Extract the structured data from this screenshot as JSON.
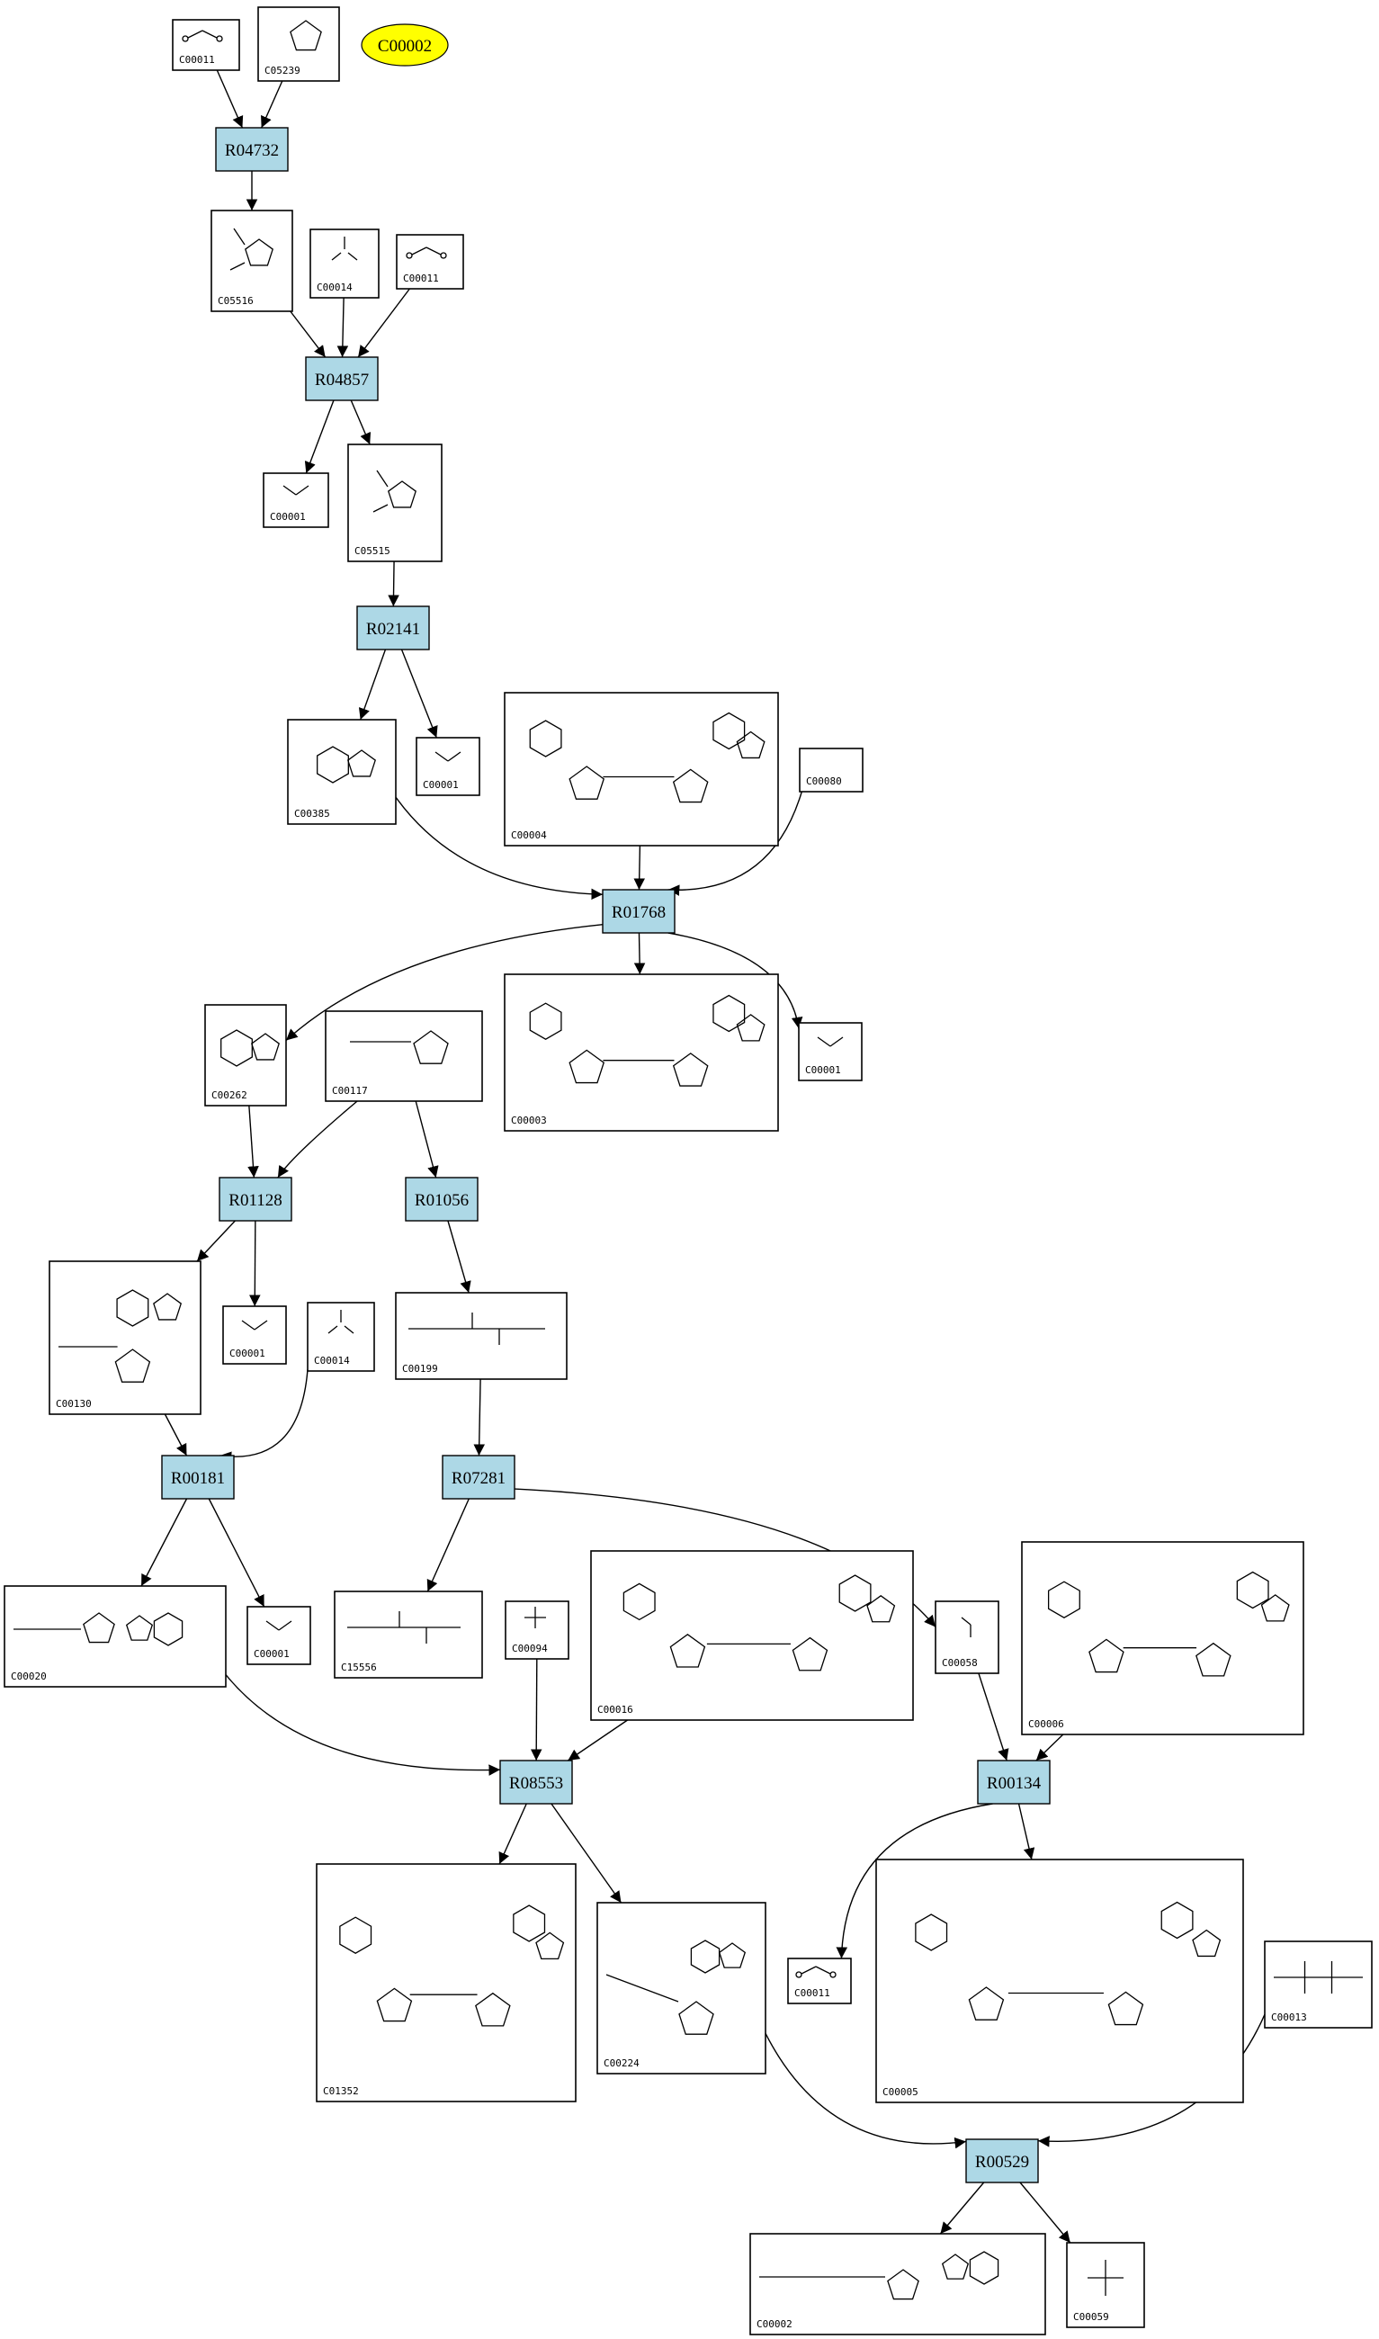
{
  "diagram": {
    "target_compound": "C00002",
    "reactions": [
      {
        "id": "r1",
        "label": "R04732"
      },
      {
        "id": "r2",
        "label": "R04857"
      },
      {
        "id": "r3",
        "label": "R02141"
      },
      {
        "id": "r4",
        "label": "R01768"
      },
      {
        "id": "r5",
        "label": "R01128"
      },
      {
        "id": "r6",
        "label": "R01056"
      },
      {
        "id": "r7",
        "label": "R00181"
      },
      {
        "id": "r8",
        "label": "R07281"
      },
      {
        "id": "r9",
        "label": "R08553"
      },
      {
        "id": "r10",
        "label": "R00134"
      },
      {
        "id": "r11",
        "label": "R00529"
      }
    ],
    "compounds": [
      {
        "id": "c1",
        "label": "C00011"
      },
      {
        "id": "c2",
        "label": "C05239"
      },
      {
        "id": "c3",
        "label": "C05516"
      },
      {
        "id": "c4",
        "label": "C00014"
      },
      {
        "id": "c5",
        "label": "C00011"
      },
      {
        "id": "c6",
        "label": "C00001"
      },
      {
        "id": "c7",
        "label": "C05515"
      },
      {
        "id": "c8",
        "label": "C00385"
      },
      {
        "id": "c9",
        "label": "C00001"
      },
      {
        "id": "c10",
        "label": "C00004"
      },
      {
        "id": "c11",
        "label": "C00080"
      },
      {
        "id": "c12",
        "label": "C00262"
      },
      {
        "id": "c13",
        "label": "C00117"
      },
      {
        "id": "c14",
        "label": "C00003"
      },
      {
        "id": "c15",
        "label": "C00001"
      },
      {
        "id": "c16",
        "label": "C00130"
      },
      {
        "id": "c17",
        "label": "C00001"
      },
      {
        "id": "c18",
        "label": "C00014"
      },
      {
        "id": "c19",
        "label": "C00199"
      },
      {
        "id": "c20",
        "label": "C00020"
      },
      {
        "id": "c21",
        "label": "C00001"
      },
      {
        "id": "c22",
        "label": "C15556"
      },
      {
        "id": "c23",
        "label": "C00094"
      },
      {
        "id": "c24",
        "label": "C00016"
      },
      {
        "id": "c25",
        "label": "C00058"
      },
      {
        "id": "c26",
        "label": "C00006"
      },
      {
        "id": "c27",
        "label": "C01352"
      },
      {
        "id": "c28",
        "label": "C00224"
      },
      {
        "id": "c29",
        "label": "C00011"
      },
      {
        "id": "c30",
        "label": "C00005"
      },
      {
        "id": "c31",
        "label": "C00013"
      },
      {
        "id": "c32",
        "label": "C00002"
      },
      {
        "id": "c33",
        "label": "C00059"
      }
    ],
    "edges": [
      [
        "c1",
        "r1"
      ],
      [
        "c2",
        "r1"
      ],
      [
        "r1",
        "c3"
      ],
      [
        "c3",
        "r2"
      ],
      [
        "c4",
        "r2"
      ],
      [
        "c5",
        "r2"
      ],
      [
        "r2",
        "c6"
      ],
      [
        "r2",
        "c7"
      ],
      [
        "c7",
        "r3"
      ],
      [
        "r3",
        "c8"
      ],
      [
        "r3",
        "c9"
      ],
      [
        "c8",
        "r4"
      ],
      [
        "c10",
        "r4"
      ],
      [
        "c11",
        "r4"
      ],
      [
        "r4",
        "c12"
      ],
      [
        "r4",
        "c14"
      ],
      [
        "r4",
        "c15"
      ],
      [
        "c12",
        "r5"
      ],
      [
        "c13",
        "r5"
      ],
      [
        "c13",
        "r6"
      ],
      [
        "r5",
        "c16"
      ],
      [
        "r5",
        "c17"
      ],
      [
        "r6",
        "c19"
      ],
      [
        "c16",
        "r7"
      ],
      [
        "c18",
        "r7"
      ],
      [
        "r7",
        "c20"
      ],
      [
        "r7",
        "c21"
      ],
      [
        "c19",
        "r8"
      ],
      [
        "r8",
        "c22"
      ],
      [
        "r8",
        "c25"
      ],
      [
        "c20",
        "r9"
      ],
      [
        "c23",
        "r9"
      ],
      [
        "c24",
        "r9"
      ],
      [
        "r9",
        "c27"
      ],
      [
        "r9",
        "c28"
      ],
      [
        "c25",
        "r10"
      ],
      [
        "c26",
        "r10"
      ],
      [
        "r10",
        "c29"
      ],
      [
        "r10",
        "c30"
      ],
      [
        "c28",
        "r11"
      ],
      [
        "c31",
        "r11"
      ],
      [
        "r11",
        "c32"
      ],
      [
        "r11",
        "c33"
      ]
    ]
  }
}
